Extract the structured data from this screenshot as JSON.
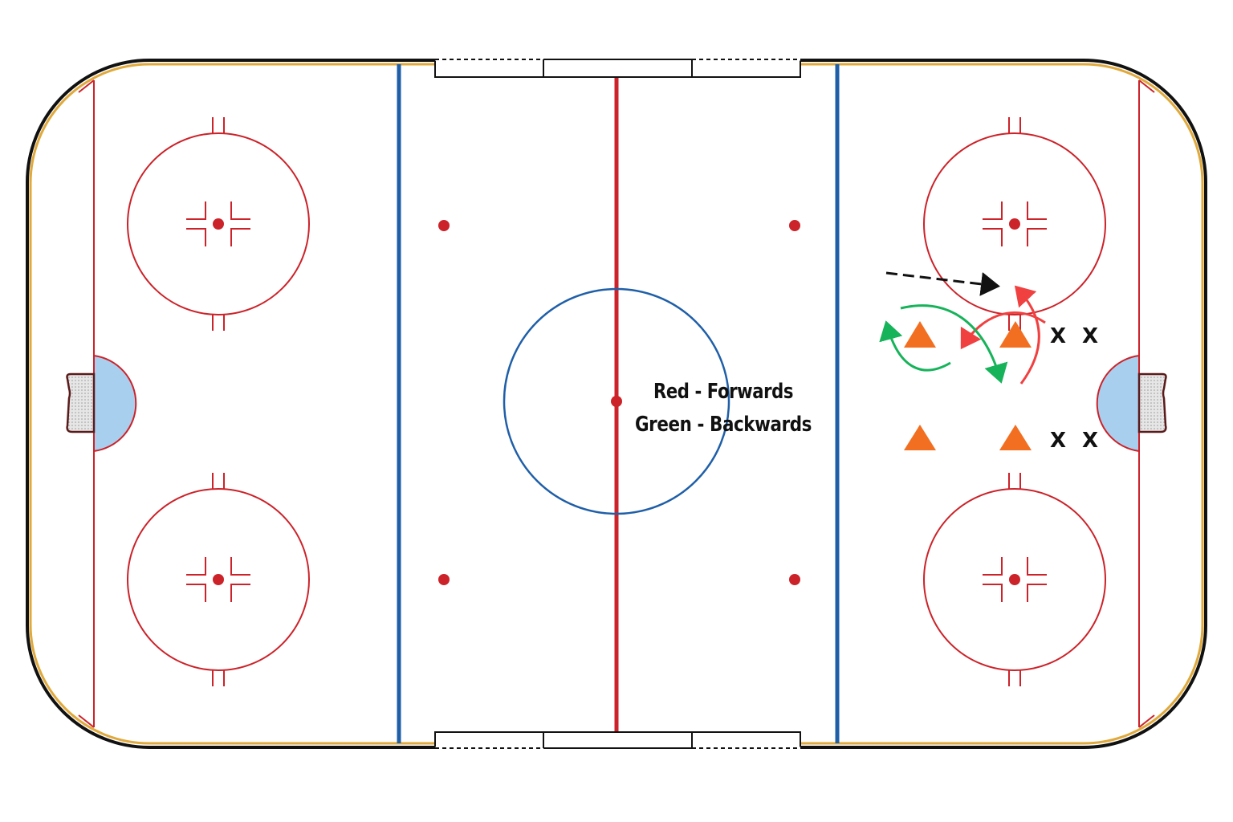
{
  "rink": {
    "colors": {
      "boards": "#111111",
      "kickplate": "#e0a93b",
      "red_line": "#cc2229",
      "blue_line": "#1f5fa8",
      "crease": "#a9cfee",
      "net_fill": "#d9d9d9",
      "ice": "#ffffff"
    }
  },
  "drill": {
    "legend": {
      "line1": "Red - Forwards",
      "line2": "Green - Backwards"
    },
    "players": [
      "X",
      "X",
      "X",
      "X"
    ],
    "cone_color": "#f26f21",
    "path_colors": {
      "forwards": "#f04040",
      "backwards": "#16b35a",
      "pass": "#111111"
    }
  }
}
